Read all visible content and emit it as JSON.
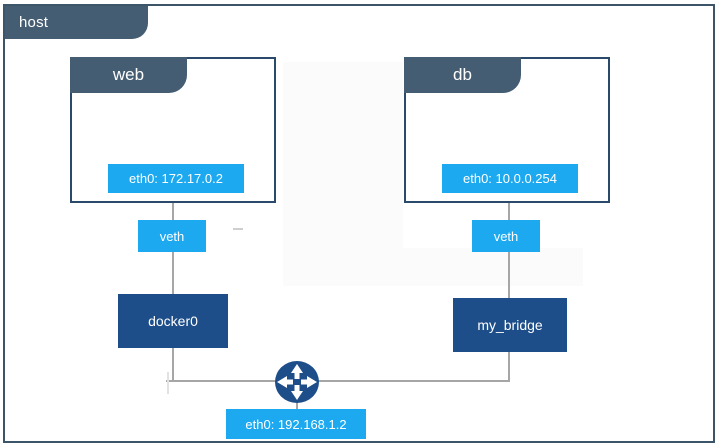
{
  "host": {
    "tab_label": "host",
    "border_color": "#3d5568",
    "tab_color": "#455d73"
  },
  "containers": [
    {
      "name": "web",
      "interface_label": "eth0: 172.17.0.2"
    },
    {
      "name": "db",
      "interface_label": "eth0: 10.0.0.254"
    }
  ],
  "veths": [
    {
      "label": "veth"
    },
    {
      "label": "veth"
    }
  ],
  "bridges": [
    {
      "label": "docker0"
    },
    {
      "label": "my_bridge"
    }
  ],
  "host_interface": {
    "label": "eth0: 192.168.1.2"
  },
  "router": {
    "icon": "router-icon"
  },
  "colors": {
    "accent_blue": "#1CA9F0",
    "bridge_navy": "#1d4e89",
    "slate": "#455d73",
    "line_gray": "#a6a6a6"
  }
}
